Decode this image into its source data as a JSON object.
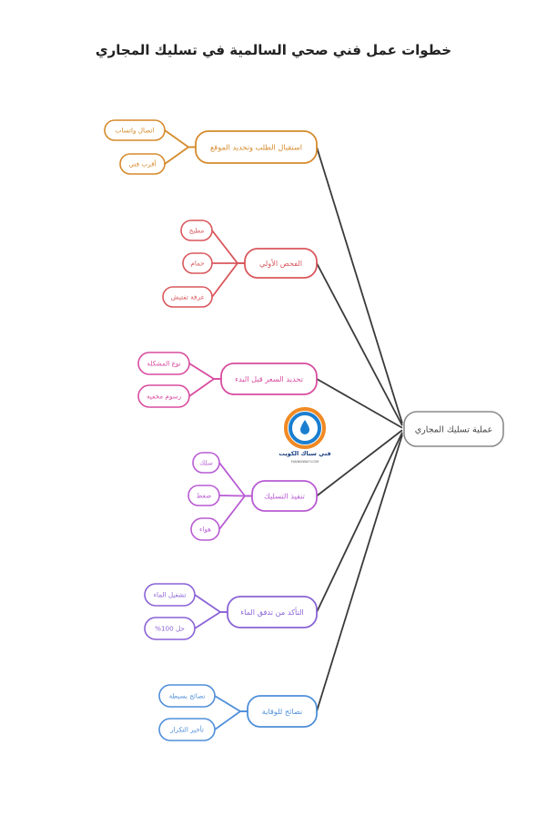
{
  "title": "خطوات عمل فني صحي السالمية في تسليك المجاري",
  "root": {
    "label": "عملية تسليك المجاري",
    "color": "#8a8a8a"
  },
  "branches": [
    {
      "label": "استقبال الطلب وتحديد الموقع",
      "color": "#d58a2b",
      "children": [
        "اتصال واتساب",
        "أقرب فني"
      ]
    },
    {
      "label": "الفحص الأولي",
      "color": "#d9575c",
      "children": [
        "مطبخ",
        "حمام",
        "غرفة تفتيش"
      ]
    },
    {
      "label": "تحديد السعر قبل البدء",
      "color": "#d84c9f",
      "children": [
        "نوع المشكلة",
        "رسوم مخفية"
      ]
    },
    {
      "label": "تنفيذ التسليك",
      "color": "#b95bd4",
      "children": [
        "سلك",
        "ضغط",
        "هواء"
      ]
    },
    {
      "label": "التأكد من تدفق الماء",
      "color": "#8a63d6",
      "children": [
        "تشغيل الماء",
        "حل 100%"
      ]
    },
    {
      "label": "نصائح للوقاية",
      "color": "#4f8fd9",
      "children": [
        "نصائح بسيطة",
        "تأخير التكرار"
      ]
    }
  ],
  "logo": {
    "line1": "فني سباك الكويت",
    "line2": "FANIKUWAIT.COM",
    "icon": "water-drop-icon",
    "color": "#1a7fd0"
  }
}
